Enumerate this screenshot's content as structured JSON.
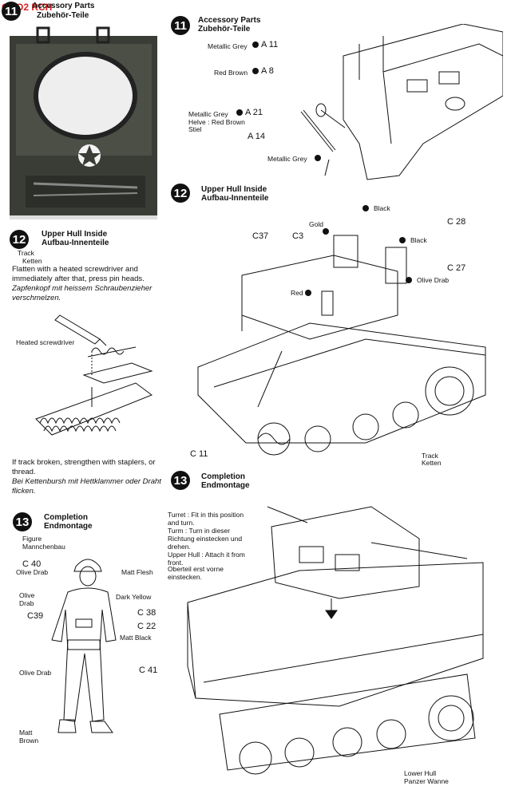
{
  "watermark": "GNO2 RCH",
  "photo_section": {
    "number": "11",
    "title_en": "Accessory Parts",
    "title_de": "Zubehör-Teile"
  },
  "step12_left": {
    "number": "12",
    "title_en": "Upper Hull Inside",
    "title_de": "Aufbau-Innenteile",
    "sub_en": "Track",
    "sub_de": "Ketten",
    "instr_en": "Flatten with a heated screwdriver and immediately after that, press pin heads.",
    "instr_de": "Zapfenkopf mit heissem Schraubenzieher verschmelzen.",
    "tool_label": "Heated screwdriver",
    "broken_en": "If track broken, strengthen with staplers, or thread.",
    "broken_de": "Bei Kettenbursh mit Hettklammer oder Draht flicken."
  },
  "step13_left": {
    "number": "13",
    "title_en": "Completion",
    "title_de": "Endmontage",
    "sub_en": "Figure",
    "sub_de": "Mannchenbau",
    "labels": {
      "c40": "C 40",
      "olive_drab_1": "Olive Drab",
      "matt_flesh": "Matt Flesh",
      "olive_drab_2": "Olive Drab",
      "dark_yellow": "Dark Yellow",
      "c39": "C39",
      "c38": "C 38",
      "c22": "C 22",
      "matt_black": "Matt Black",
      "olive_drab_3": "Olive Drab",
      "c41": "C 41",
      "matt_brown": "Matt Brown"
    }
  },
  "step11_right": {
    "number": "11",
    "title_en": "Accessory Parts",
    "title_de": "Zubehör-Teile",
    "metallic_grey_1": "Metallic Grey",
    "a11": "A 11",
    "red_brown": "Red Brown",
    "a8": "A 8",
    "metallic_grey_2": "Metallic Grey",
    "a21": "A 21",
    "helve": "Helve : Red Brown",
    "stiel": "Stiel",
    "a14": "A 14",
    "metallic_grey_3": "Metallic Grey"
  },
  "step12_right": {
    "number": "12",
    "title_en": "Upper Hull Inside",
    "title_de": "Aufbau-Innenteile",
    "black_1": "Black",
    "gold": "Gold",
    "c28": "C 28",
    "c37": "C37",
    "c3": "C3",
    "black_2": "Black",
    "c27": "C 27",
    "olive_drab": "Olive Drab",
    "red": "Red",
    "c11": "C 11",
    "track": "Track",
    "ketten": "Ketten"
  },
  "step13_right": {
    "number": "13",
    "title_en": "Completion",
    "title_de": "Endmontage",
    "turret_note": "Turret : Fit in this position and turn.",
    "turm_note": "Turm : Turn in dieser Richtung einstecken und drehen.",
    "upper_hull_note": "Upper Hull : Attach it from front.",
    "oberteil_note": "Oberteil erst vorne einstecken.",
    "lower_hull": "Lower Hull",
    "panzer_wanne": "Panzer Wanne"
  }
}
